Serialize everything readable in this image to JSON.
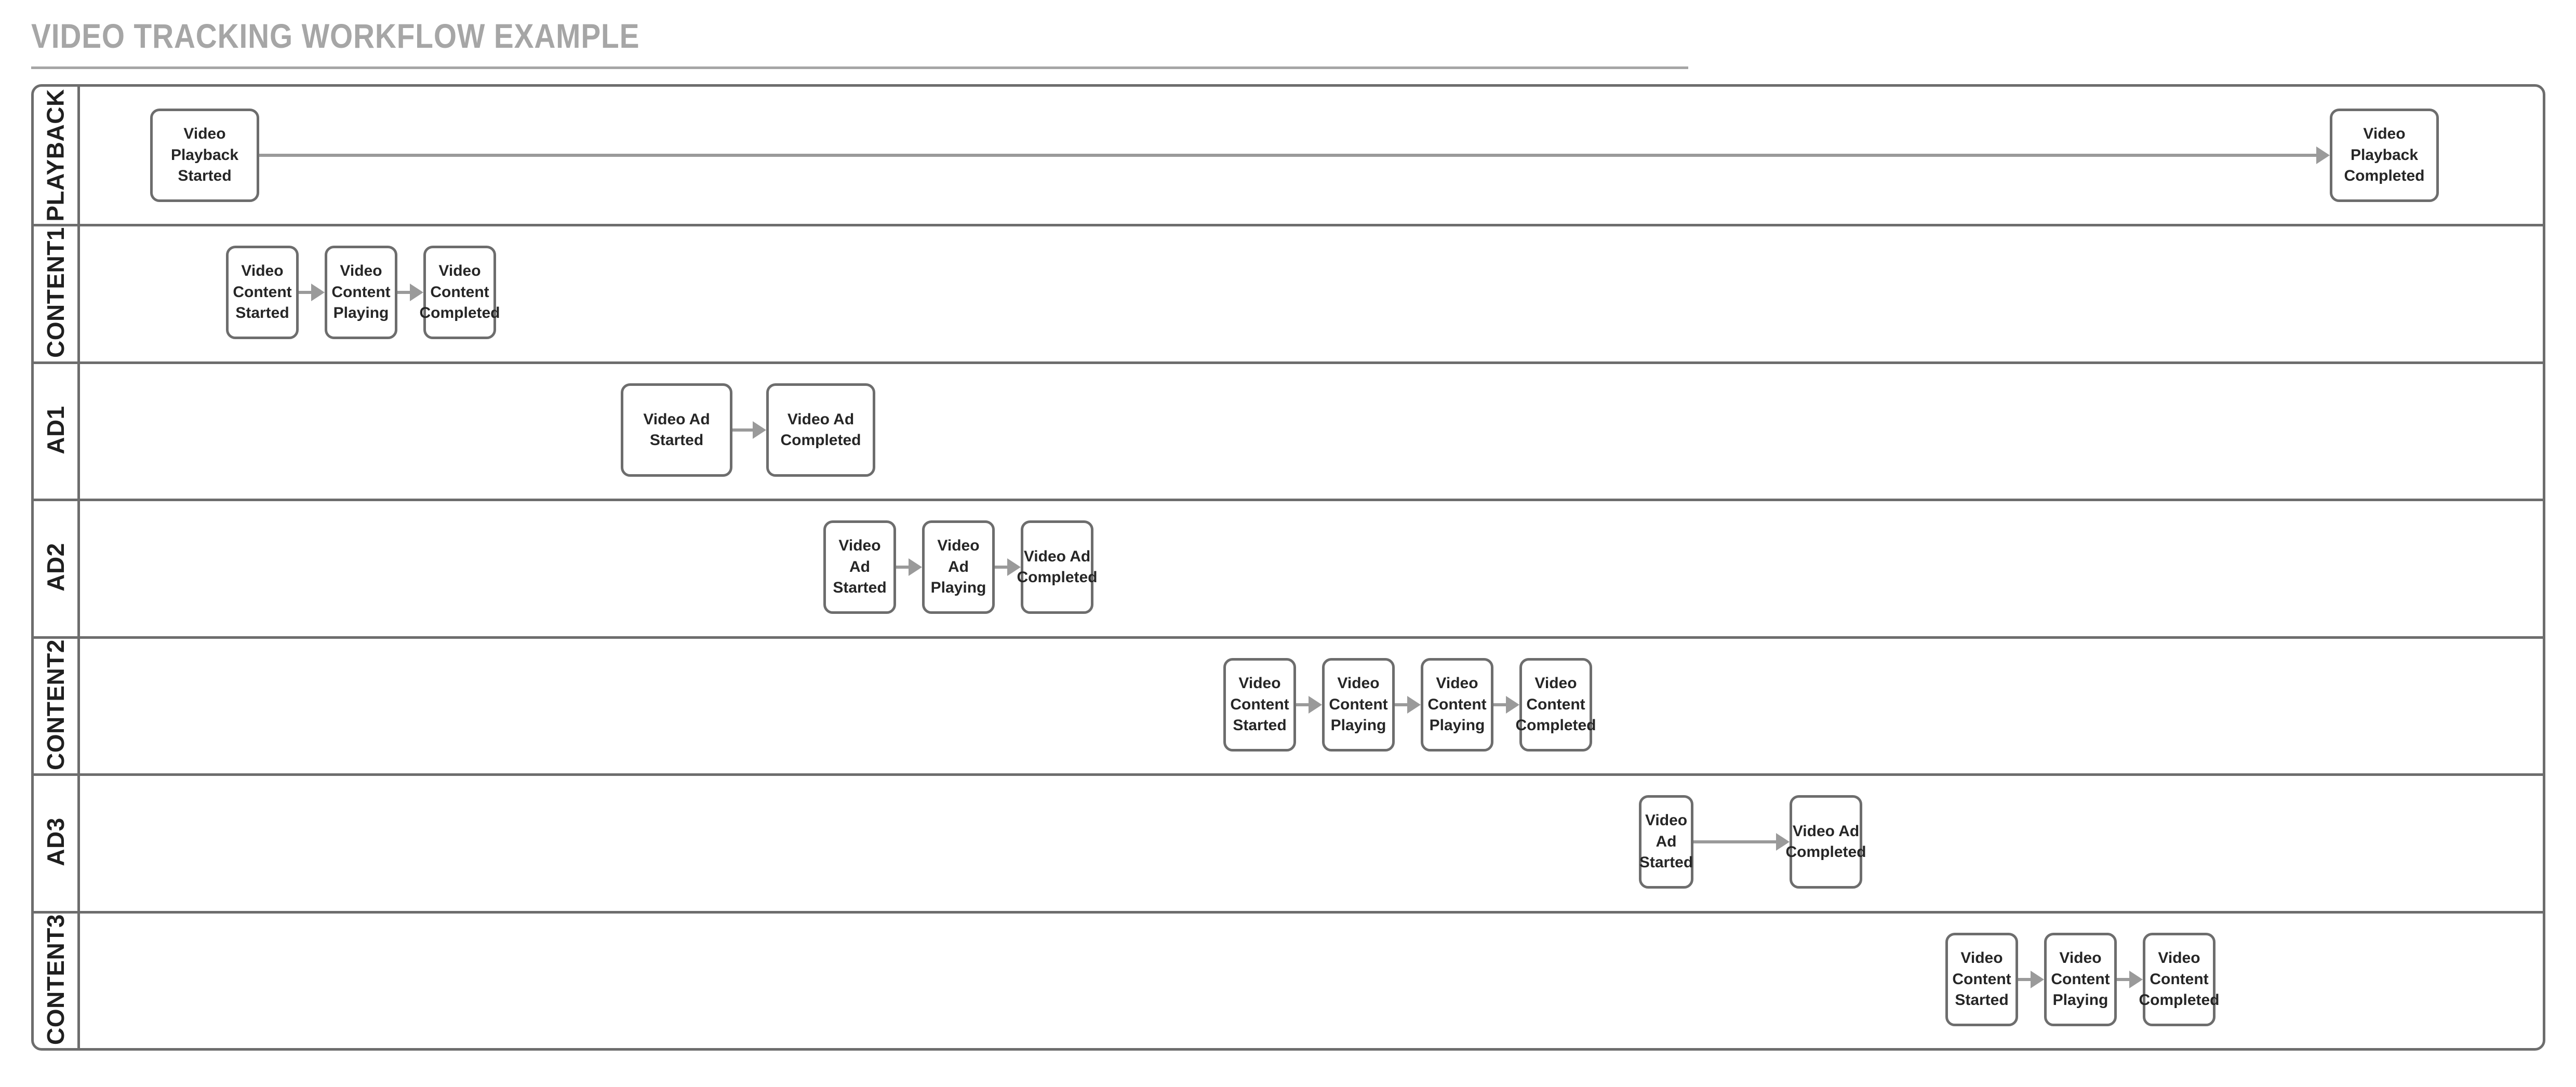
{
  "title": "VIDEO TRACKING WORKFLOW EXAMPLE",
  "diagram": {
    "type": "swimlane-flowchart",
    "orientation": "horizontal",
    "lanes": [
      {
        "label": "PLAYBACK",
        "nodes": [
          {
            "label": "Video Playback Started"
          },
          {
            "label": "Video Playback Completed"
          }
        ],
        "connections": [
          {
            "from": 0,
            "to": 1
          }
        ]
      },
      {
        "label": "CONTENT1",
        "nodes": [
          {
            "label": "Video Content Started"
          },
          {
            "label": "Video Content Playing"
          },
          {
            "label": "Video Content Completed"
          }
        ],
        "connections": [
          {
            "from": 0,
            "to": 1
          },
          {
            "from": 1,
            "to": 2
          }
        ]
      },
      {
        "label": "AD1",
        "nodes": [
          {
            "label": "Video Ad Started"
          },
          {
            "label": "Video Ad Completed"
          }
        ],
        "connections": [
          {
            "from": 0,
            "to": 1
          }
        ]
      },
      {
        "label": "AD2",
        "nodes": [
          {
            "label": "Video Ad Started"
          },
          {
            "label": "Video Ad Playing"
          },
          {
            "label": "Video Ad Completed"
          }
        ],
        "connections": [
          {
            "from": 0,
            "to": 1
          },
          {
            "from": 1,
            "to": 2
          }
        ]
      },
      {
        "label": "CONTENT2",
        "nodes": [
          {
            "label": "Video Content Started"
          },
          {
            "label": "Video Content Playing"
          },
          {
            "label": "Video Content Playing"
          },
          {
            "label": "Video Content Completed"
          }
        ],
        "connections": [
          {
            "from": 0,
            "to": 1
          },
          {
            "from": 1,
            "to": 2
          },
          {
            "from": 2,
            "to": 3
          }
        ]
      },
      {
        "label": "AD3",
        "nodes": [
          {
            "label": "Video Ad Started"
          },
          {
            "label": "Video Ad Completed"
          }
        ],
        "connections": [
          {
            "from": 0,
            "to": 1
          }
        ]
      },
      {
        "label": "CONTENT3",
        "nodes": [
          {
            "label": "Video Content Started"
          },
          {
            "label": "Video Content Playing"
          },
          {
            "label": "Video Content Completed"
          }
        ],
        "connections": [
          {
            "from": 0,
            "to": 1
          },
          {
            "from": 1,
            "to": 2
          }
        ]
      }
    ],
    "colors": {
      "title_text": "#a6a6a6",
      "frame_border": "#6d6d6d",
      "node_border": "#6d6d6d",
      "node_fill": "#ffffff",
      "node_text": "#262626",
      "connector": "#9a9a9a",
      "lane_label_text": "#1f1f1f"
    }
  }
}
